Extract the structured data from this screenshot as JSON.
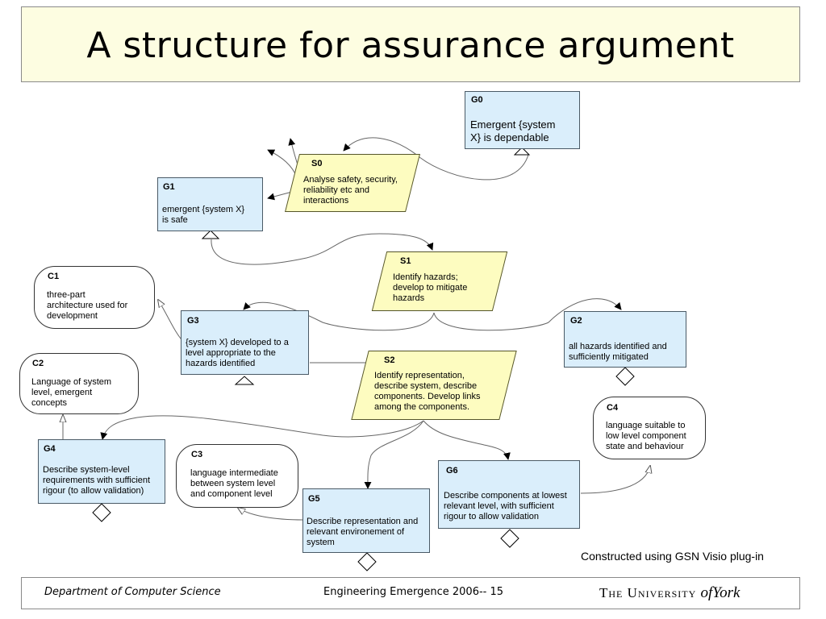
{
  "title": "A structure for assurance argument",
  "nodes": {
    "G0": {
      "id": "G0",
      "text": "Emergent {system\nX}  is dependable"
    },
    "S0": {
      "id": "S0",
      "text": "Analyse safety, security,\nreliability etc and\ninteractions"
    },
    "G1": {
      "id": "G1",
      "text": "emergent {system X}\nis safe"
    },
    "S1": {
      "id": "S1",
      "text": "Identify hazards;\ndevelop to mitigate\nhazards"
    },
    "C1": {
      "id": "C1",
      "text": "three-part\narchitecture used for\ndevelopment"
    },
    "G3": {
      "id": "G3",
      "text": "{system X}  developed to a\nlevel appropriate to the\nhazards identified"
    },
    "G2": {
      "id": "G2",
      "text": "all hazards identified and\nsufficiently mitigated"
    },
    "C2": {
      "id": "C2",
      "text": "Language of system\nlevel,  emergent\nconcepts"
    },
    "S2": {
      "id": "S2",
      "text": "Identify representation,\ndescribe system, describe\ncomponents.  Develop links\namong the components."
    },
    "C4": {
      "id": "C4",
      "text": "language suitable to\nlow level component\nstate and behaviour"
    },
    "G4": {
      "id": "G4",
      "text": "Describe system-level\nrequirements  with sufficient\nrigour (to allow validation)"
    },
    "C3": {
      "id": "C3",
      "text": "language intermediate\nbetween system level\nand component level"
    },
    "G6": {
      "id": "G6",
      "text": "Describe components at lowest\nrelevant level, with sufficient\nrigour to allow validation"
    },
    "G5": {
      "id": "G5",
      "text": "Describe representation and\nrelevant environement of\nsystem"
    }
  },
  "note": "Constructed using GSN Visio plug-in",
  "footer": {
    "department": "Department of Computer Science",
    "conference": "Engineering Emergence 2006-- 15",
    "university_prefix": "The University",
    "university_of": "of",
    "university_york": "York"
  }
}
